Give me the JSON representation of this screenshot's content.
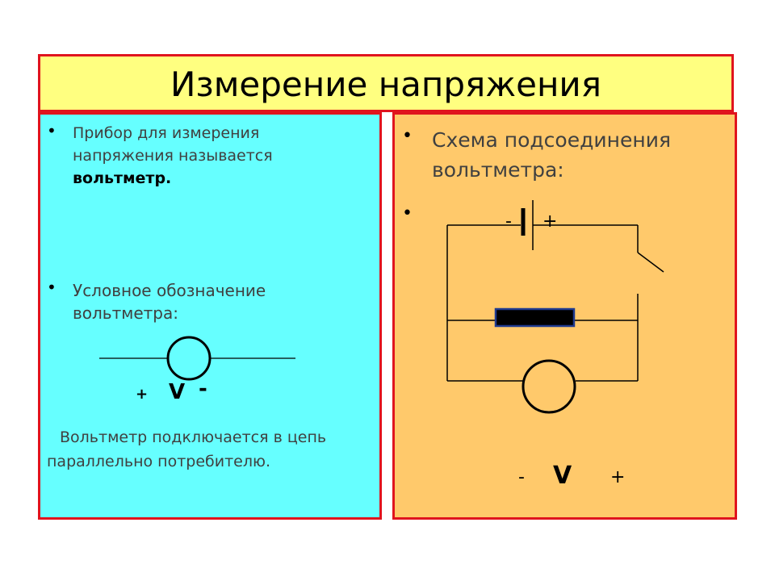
{
  "title": "Измерение напряжения",
  "left": {
    "item1_text": "Прибор для измерения напряжения называется",
    "item1_bold": "вольтметр.",
    "item2_text": "Условное обозначение вольтметра:",
    "symbol_plus": "+",
    "symbol_v": "V",
    "symbol_minus": "-",
    "note": "Вольтметр подключается в цепь параллельно потребителю."
  },
  "right": {
    "item1_text": "Схема подсоединения вольтметра:",
    "battery_minus": "-",
    "battery_plus": "+",
    "v_minus": "-",
    "v_label": "V",
    "v_plus": "+"
  },
  "bullet_char": "•",
  "colors": {
    "title_bg": "#ffff80",
    "left_bg": "#66ffff",
    "right_bg": "#ffc96b",
    "border": "#e0141e"
  }
}
